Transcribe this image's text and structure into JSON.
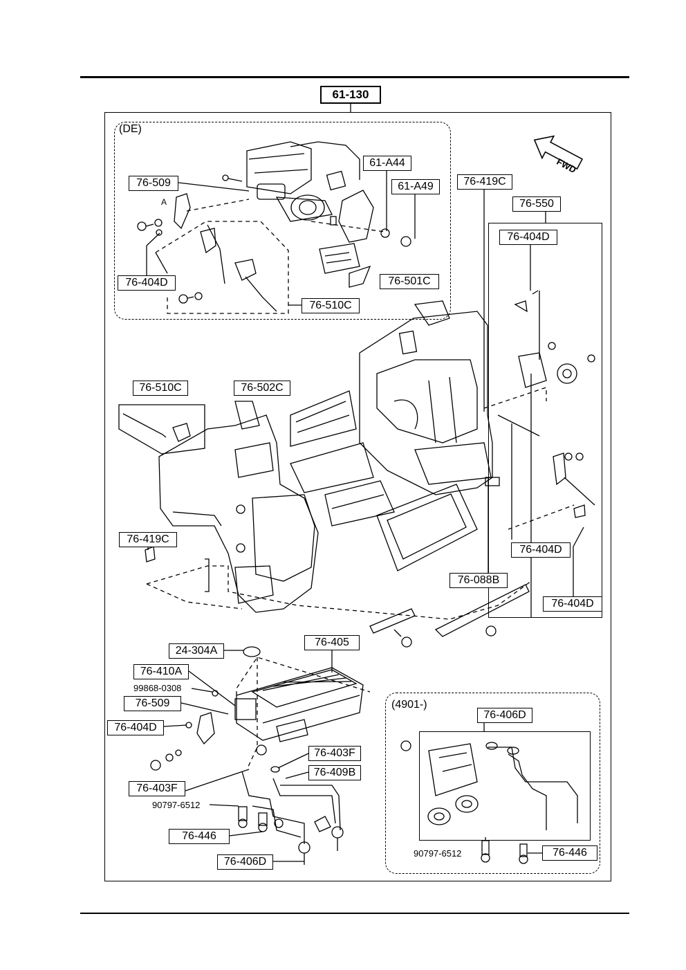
{
  "main_ref": "61-130",
  "groups": {
    "de": "(DE)",
    "g4901": "(4901-)"
  },
  "fwd": "FWD",
  "labels": {
    "l76_509_top": "76-509",
    "l61_a44": "61-A44",
    "l61_a49": "61-A49",
    "l76_419c_top": "76-419C",
    "l76_550": "76-550",
    "l76_404d_right_top": "76-404D",
    "l76_404d_de": "76-404D",
    "l76_510c_de": "76-510C",
    "l76_501c": "76-501C",
    "l76_510c_left": "76-510C",
    "l76_502c": "76-502C",
    "l76_419c_left": "76-419C",
    "l76_404d_right_mid": "76-404D",
    "l76_088b": "76-088B",
    "l76_404d_right_bot": "76-404D",
    "l24_304a": "24-304A",
    "l76_405": "76-405",
    "l76_410a": "76-410A",
    "l76_509_bot": "76-509",
    "l76_404d_bot": "76-404D",
    "l76_403f_r": "76-403F",
    "l76_409b": "76-409B",
    "l76_403f_l": "76-403F",
    "l76_446_l": "76-446",
    "l76_406d_bot": "76-406D",
    "l76_406d_box": "76-406D",
    "l76_446_r": "76-446"
  },
  "plain_text": {
    "t99868": "99868-0308",
    "t90797_l": "90797-6512",
    "t90797_r": "90797-6512"
  }
}
